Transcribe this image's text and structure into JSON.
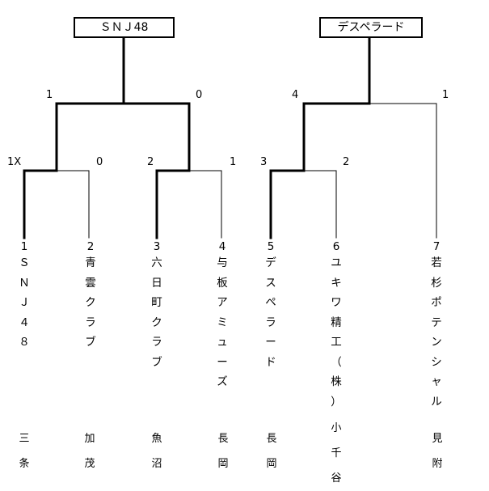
{
  "winners": {
    "left": "ＳＮＪ48",
    "right": "デスペラード"
  },
  "scores": {
    "top_left_a": "1",
    "top_left_b": "0",
    "top_right_a": "4",
    "top_right_b": "1",
    "r1_m1_a": "1X",
    "r1_m1_b": "0",
    "r1_m2_a": "2",
    "r1_m2_b": "1",
    "r1_m3_a": "3",
    "r1_m3_b": "2"
  },
  "teams": [
    {
      "seed": "1",
      "name": "ＳＮＪ４８",
      "location": "三条"
    },
    {
      "seed": "2",
      "name": "青雲クラブ",
      "location": "加茂"
    },
    {
      "seed": "3",
      "name": "六日町クラブ",
      "location": "魚沼"
    },
    {
      "seed": "4",
      "name": "与板アミューズ",
      "location": "長岡"
    },
    {
      "seed": "5",
      "name": "デスペラード",
      "location": "長岡"
    },
    {
      "seed": "6",
      "name": "ユキワ精工（株）",
      "location": "小千谷"
    },
    {
      "seed": "7",
      "name": "若杉ポテンシャル",
      "location": "見附"
    }
  ]
}
